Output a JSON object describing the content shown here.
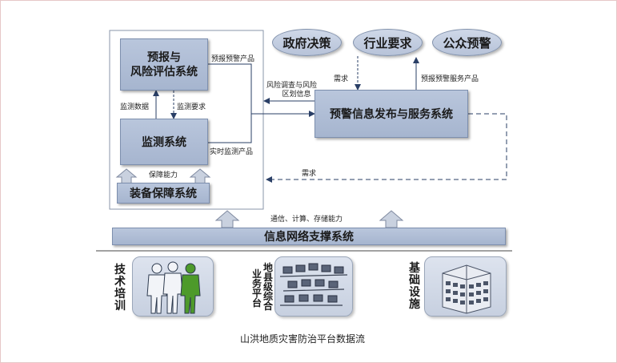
{
  "caption": "山洪地质灾害防治平台数据流",
  "nodes": {
    "forecast": [
      "预报与",
      "风险评估系统"
    ],
    "monitoring": "监测系统",
    "equipment": "装备保障系统",
    "warning_service": "预警信息发布与服务系统",
    "network": "信息网络支撑系统",
    "government": "政府决策",
    "industry": "行业要求",
    "public": "公众预警"
  },
  "edge_labels": {
    "forecast_product": "预报预警产品",
    "monitor_data": "监测数据",
    "monitor_requirement": "监测要求",
    "realtime_product": "实时监测产品",
    "support_capability": "保障能力",
    "risk_info": [
      "风险调查与风险",
      "区划信息"
    ],
    "demand_top": "需求",
    "service_product": "预报预警服务产品",
    "demand_bottom": "需求",
    "network_capability": "通信、计算、存储能力"
  },
  "bottom_panels": {
    "training": [
      "技",
      "术",
      "培",
      "训"
    ],
    "county_platform_col1": [
      "业",
      "务",
      "平",
      "台"
    ],
    "county_platform_col2": [
      "地",
      "县",
      "级",
      "综",
      "合"
    ],
    "infrastructure": [
      "基",
      "础",
      "设",
      "施"
    ]
  },
  "icons": {
    "people": "people-group-icon",
    "workstations": "workstations-icon",
    "building": "building-icon"
  }
}
